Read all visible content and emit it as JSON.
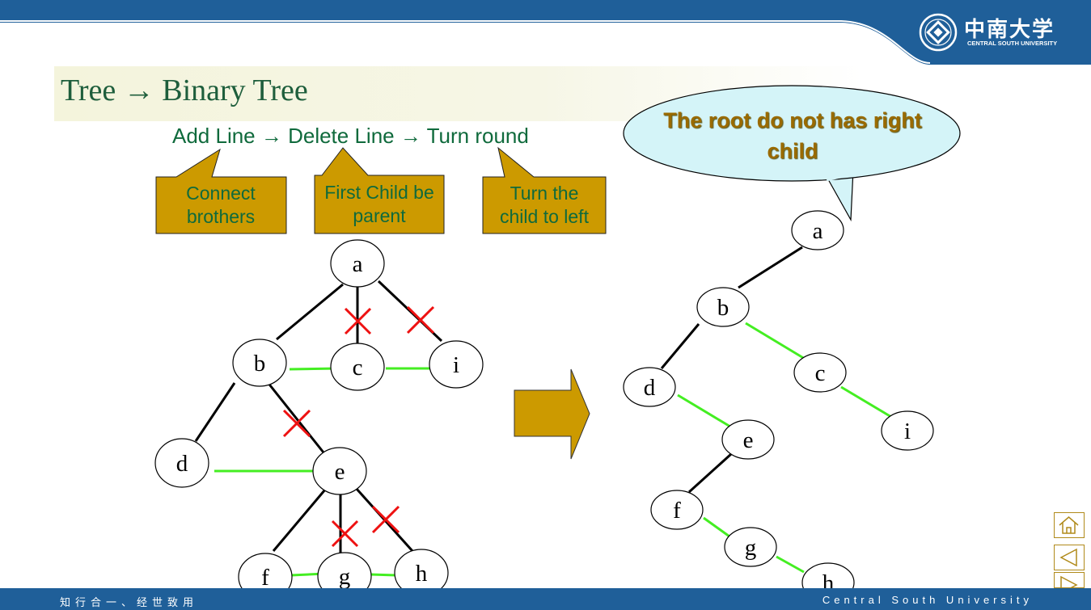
{
  "header": {
    "logo_cn": "中南大学",
    "logo_en": "CENTRAL SOUTH UNIVERSITY"
  },
  "slide": {
    "title": "Tree → Binary Tree",
    "steps": "Add Line → Delete Line → Turn round"
  },
  "callouts": [
    {
      "text": "Connect brothers"
    },
    {
      "text": "First Child be parent"
    },
    {
      "text": "Turn the child to left"
    }
  ],
  "speech_bubble": {
    "text": "The root do not has right child"
  },
  "left_tree": {
    "nodes": [
      "a",
      "b",
      "c",
      "i",
      "d",
      "e",
      "f",
      "g",
      "h"
    ]
  },
  "right_tree": {
    "nodes": [
      "a",
      "b",
      "c",
      "d",
      "e",
      "i",
      "f",
      "g",
      "h"
    ]
  },
  "footer": {
    "motto": "知行合一、经世致用",
    "university": "Central South University"
  },
  "colors": {
    "header_blue": "#1f5f99",
    "title_green": "#1e5e3c",
    "callout_fill": "#cc9a00",
    "brother_line": "#44ee22",
    "delete_mark": "#ee1111",
    "bubble_fill": "#d4f4f8"
  }
}
